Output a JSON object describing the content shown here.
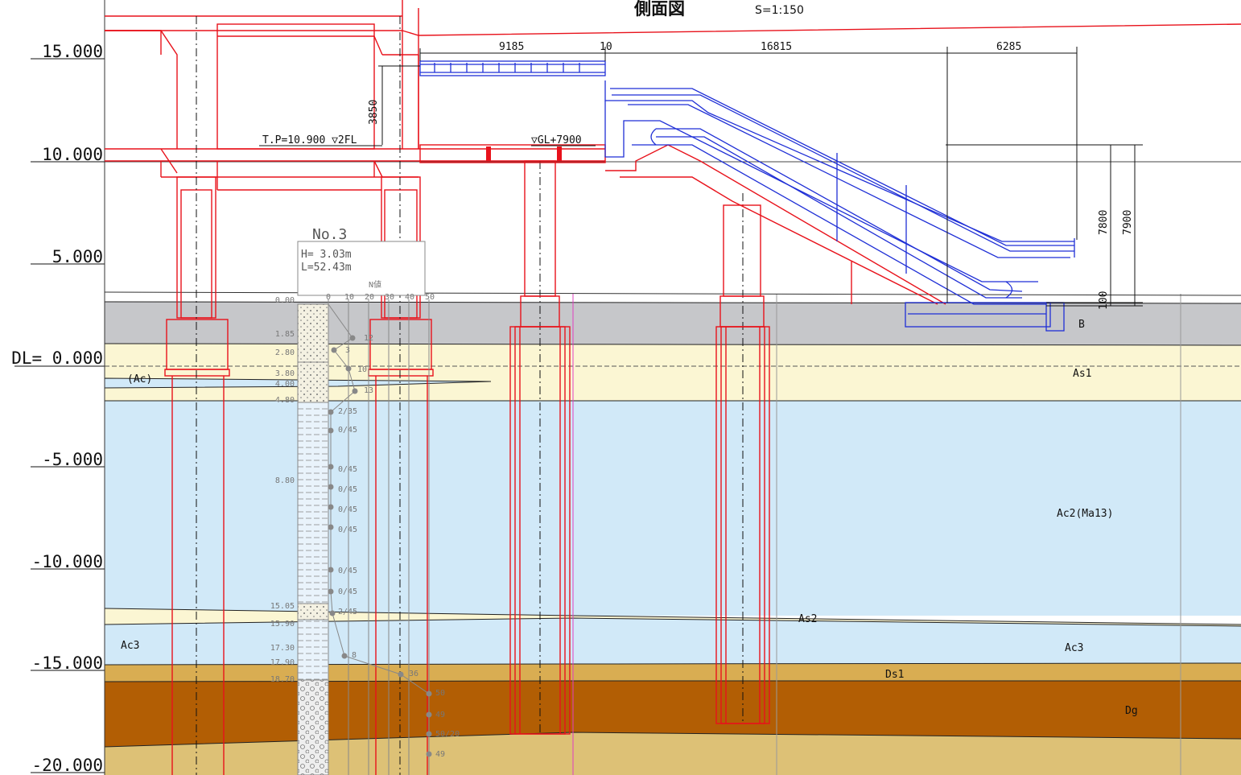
{
  "title": "側面図",
  "scale": "S=1:150",
  "elevations": [
    "15.000",
    "10.000",
    "5.000",
    "DL= 0.000",
    "-5.000",
    "-10.000",
    "-15.000",
    "-20.000"
  ],
  "dimensions": {
    "span1": "9185",
    "span_gap": "10",
    "span2": "16815",
    "span3": "6285",
    "height_3850": "3850",
    "height_7800": "7800",
    "height_7900": "7900",
    "height_100": "100"
  },
  "level_labels": {
    "tp": "T.P=10.900 ▽2FL",
    "gl": "▽GL+7900"
  },
  "layers": {
    "ac": "(Ac)",
    "as1": "As1",
    "ac2": "Ac2(Ma13)",
    "as2": "As2",
    "ac3_left": "Ac3",
    "ac3_right": "Ac3",
    "ds1": "Ds1",
    "dg": "Dg",
    "b": "B"
  },
  "borehole": {
    "name": "No.3",
    "height": "H= 3.03m",
    "length": "L=52.43m",
    "n_header": "N値",
    "n_ticks": [
      "0",
      "10",
      "20",
      "30",
      "40",
      "50"
    ],
    "depths": [
      "0.00",
      "1.85",
      "2.80",
      "3.80",
      "4.00",
      "4.80",
      "8.80",
      "15.05",
      "15.90",
      "17.30",
      "17.90",
      "18.70"
    ],
    "n_values": [
      "12",
      "3",
      "10",
      "13",
      "2/35",
      "0/45",
      "0/45",
      "0/45",
      "0/45",
      "0/45",
      "0/45",
      "0/45",
      "2/45",
      "8",
      "36",
      "50",
      "49",
      "50/20",
      "49"
    ]
  },
  "colors": {
    "structure": "#e8121b",
    "escalator": "#1f2fd6",
    "fill_gray": "#c6c7ca",
    "sand": "#fbf6d3",
    "clay": "#d1e9f8",
    "ds": "#d9ad52",
    "gravel": "#b25e04"
  }
}
